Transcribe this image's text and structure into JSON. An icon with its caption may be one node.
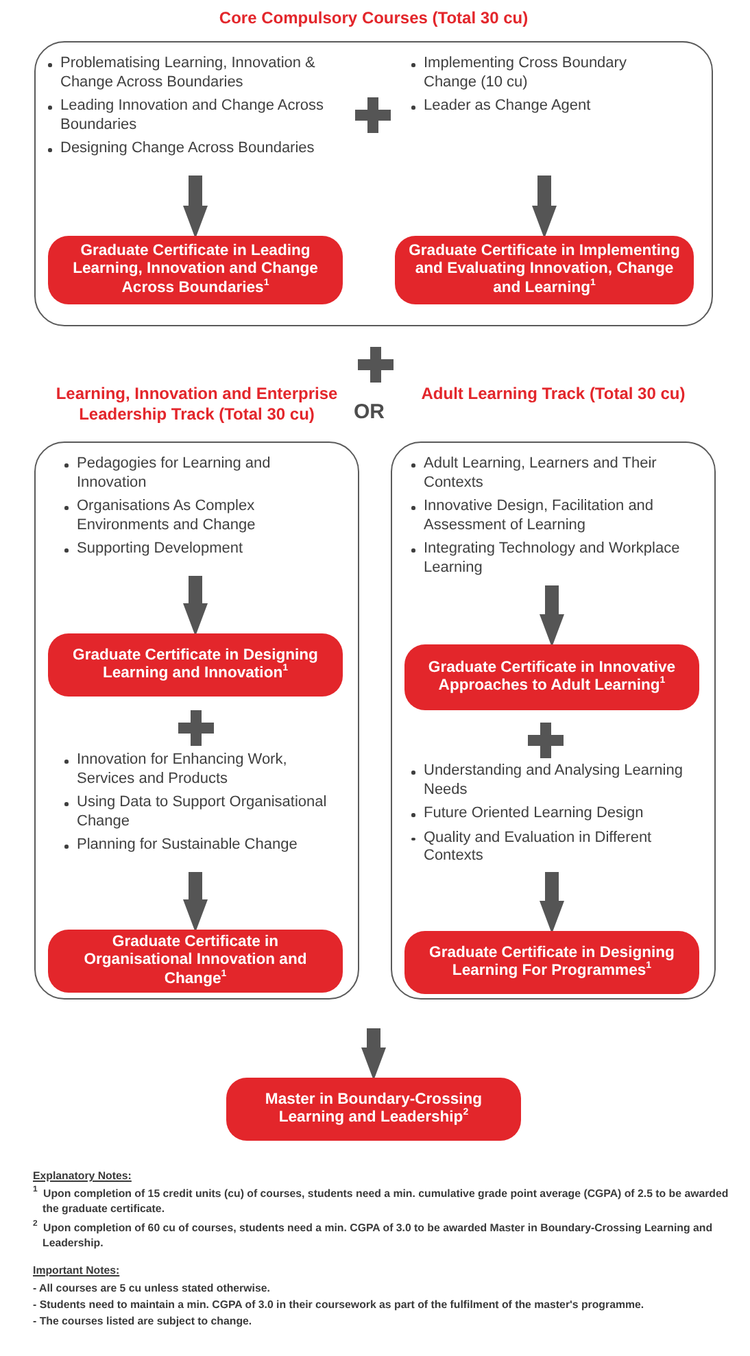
{
  "diagram": {
    "nodes": [
      {
        "text": [
          "Core Compulsory Courses (Total 30 cu)"
        ]
      },
      {
        "text": [
          "Problematising Learning, Innovation & Change Across Boundaries",
          "Leading Innovation and Change Across Boundaries",
          "Designing Change Across Boundaries"
        ],
        "in": 0
      },
      {
        "text": [
          "Implementing Cross Boundary Change (10 cu)",
          "Leader as Change Agent"
        ],
        "in": 0
      },
      {
        "text": [
          "Graduate Certificate in Leading Learning, Innovation and Change Across Boundaries$^{1}$"
        ],
        "in": 0
      },
      {
        "text": [
          "Graduate Certificate in Implementing and Evaluating Innovation, Change and Learning$^{1}$"
        ],
        "in": 0
      },
      {
        "text": [
          "Learning, Innovation and Enterprise Leadership Track (Total 30 cu)"
        ]
      },
      {
        "text": [
          "Pedagogies for Learning and Innovation",
          "Organisations As Complex Environments and Change",
          "Supporting Development"
        ],
        "in": 5
      },
      {
        "text": [
          "Graduate Certificate in Designing Learning and Innovation$^{1}$"
        ],
        "in": 5
      },
      {
        "text": [
          "Innovation for Enhancing Work, Services and Products",
          "Using Data to Support Organisational Change",
          "Planning for Sustainable Change"
        ],
        "in": 5
      },
      {
        "text": [
          "Graduate Certificate in Organisational Innovation and Change$^{1}$"
        ],
        "in": 5
      },
      {
        "text": [
          "Adult Learning Track (Total 30 cu)"
        ]
      },
      {
        "text": [
          "Adult Learning, Learners and Their Contexts",
          "Innovative Design, Facilitation and Assessment of Learning",
          "Integrating Technology and Workplace Learning"
        ],
        "in": 10
      },
      {
        "text": [
          "Graduate Certificate in Innovative Approaches to Adult Learning$^{1}$"
        ],
        "in": 10
      },
      {
        "text": [
          "Understanding and Analysing Learning Needs",
          "Future Oriented Learning Design",
          "Quality and Evaluation in Different Contexts"
        ],
        "in": 10
      },
      {
        "text": [
          "Graduate Certificate in Designing Learning For Programmes$^{1}$"
        ],
        "in": 10
      },
      {
        "text": [
          "Master in Boundary-Crossing Learning and Leadership$^{2}$"
        ]
      }
    ],
    "edges": [
      {
        "from": 1,
        "to": 3,
        "arrow": "to"
      },
      {
        "from": 2,
        "to": 4,
        "arrow": "to"
      },
      {
        "from": 6,
        "to": 7,
        "arrow": "to"
      },
      {
        "from": 8,
        "to": 9,
        "arrow": "to"
      },
      {
        "from": 11,
        "to": 12,
        "arrow": "to"
      },
      {
        "from": 13,
        "to": 14,
        "arrow": "to"
      },
      {
        "from": null,
        "to": 15,
        "arrow": "to"
      }
    ],
    "labels": [
      "OR",
      "Explanatory Notes:",
      "$^{1}$ Upon completion of 15 credit units (cu) of courses, students need a min. cumulative grade point average (CGPA) of 2.5 to be awarded the graduate certificate.",
      "$^{2}$ Upon completion of 60 cu of courses, students need a min. CGPA of 3.0 to be awarded Master in Boundary-Crossing Learning and Leadership.",
      "Important Notes:",
      "- All courses are 5 cu unless stated otherwise.",
      "- Students need to maintain a min. CGPA of 3.0 in their coursework as part of the fulfilment of the master's programme.",
      "- The courses listed are subject to change."
    ]
  }
}
